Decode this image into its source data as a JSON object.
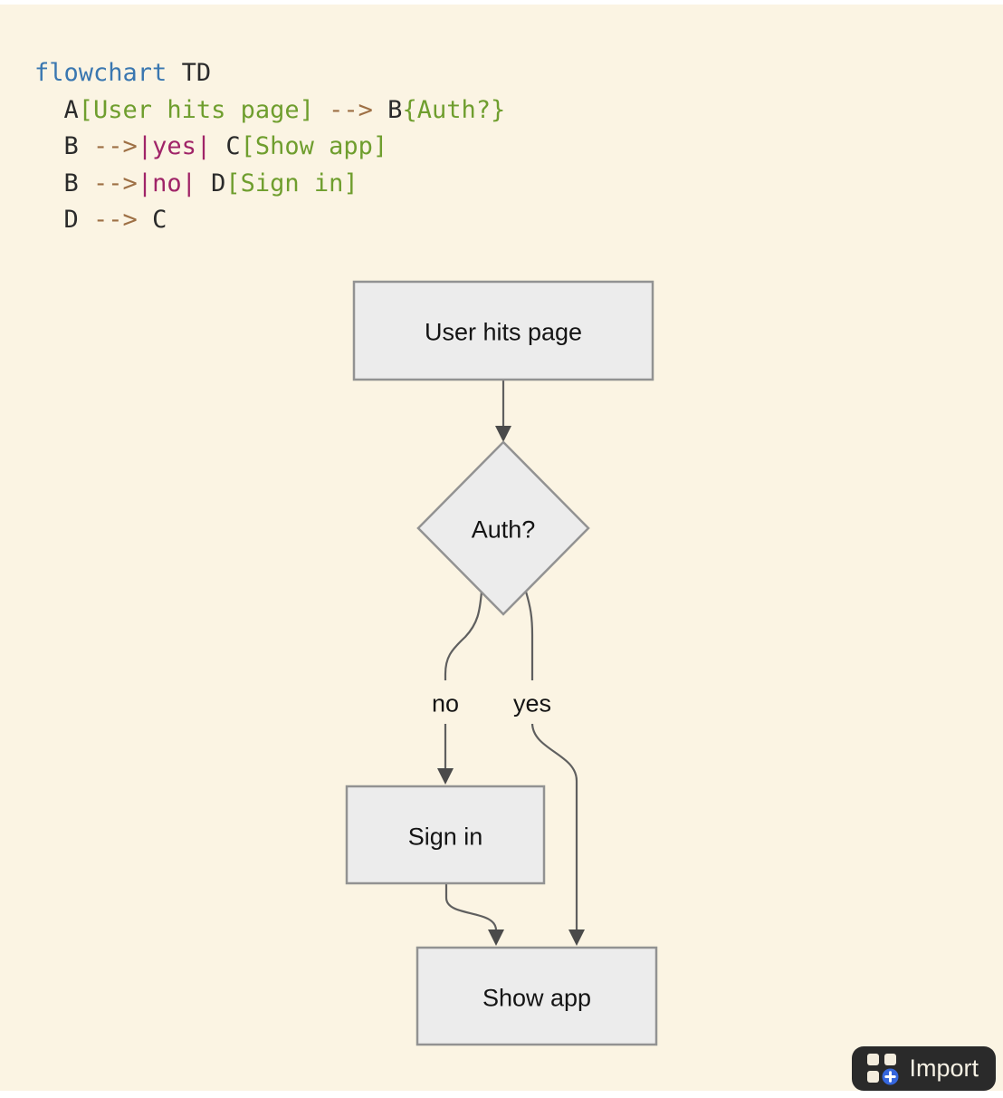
{
  "window": {
    "background_color": "#fbf4e3",
    "edge_strip_color": "#ffffff"
  },
  "code_editor": {
    "language": "mermaid",
    "lines": [
      {
        "tokens": [
          {
            "text": "flowchart",
            "style": "keyword"
          },
          {
            "text": " TD",
            "style": "plain"
          }
        ]
      },
      {
        "tokens": [
          {
            "text": "  A",
            "style": "plain"
          },
          {
            "text": "[User hits page]",
            "style": "node"
          },
          {
            "text": " ",
            "style": "plain"
          },
          {
            "text": "-->",
            "style": "arrow"
          },
          {
            "text": " B",
            "style": "plain"
          },
          {
            "text": "{Auth?}",
            "style": "node"
          }
        ]
      },
      {
        "tokens": [
          {
            "text": "  B ",
            "style": "plain"
          },
          {
            "text": "-->",
            "style": "arrow"
          },
          {
            "text": "|yes|",
            "style": "edge"
          },
          {
            "text": " C",
            "style": "plain"
          },
          {
            "text": "[Show app]",
            "style": "node"
          }
        ]
      },
      {
        "tokens": [
          {
            "text": "  B ",
            "style": "plain"
          },
          {
            "text": "-->",
            "style": "arrow"
          },
          {
            "text": "|no|",
            "style": "edge"
          },
          {
            "text": " D",
            "style": "plain"
          },
          {
            "text": "[Sign in]",
            "style": "node"
          }
        ]
      },
      {
        "tokens": [
          {
            "text": "  D ",
            "style": "plain"
          },
          {
            "text": "-->",
            "style": "arrow"
          },
          {
            "text": " C",
            "style": "plain"
          }
        ]
      }
    ],
    "syntax_colors": {
      "keyword": "#3a77b0",
      "plain": "#2b2b2b",
      "node_text": "#6f9e2e",
      "arrow": "#9e7045",
      "edge_label": "#a02468"
    }
  },
  "flowchart": {
    "direction": "TD",
    "nodes": [
      {
        "id": "A",
        "label": "User hits page",
        "shape": "rect"
      },
      {
        "id": "B",
        "label": "Auth?",
        "shape": "diamond"
      },
      {
        "id": "C",
        "label": "Show app",
        "shape": "rect"
      },
      {
        "id": "D",
        "label": "Sign in",
        "shape": "rect"
      }
    ],
    "edges": [
      {
        "from": "A",
        "to": "B",
        "label": ""
      },
      {
        "from": "B",
        "to": "C",
        "label": "yes"
      },
      {
        "from": "B",
        "to": "D",
        "label": "no"
      },
      {
        "from": "D",
        "to": "C",
        "label": ""
      }
    ],
    "colors": {
      "node_fill": "#ececec",
      "node_border": "#929292",
      "edge_line": "#5f5f5f",
      "arrowhead": "#4a4a4a",
      "label_text": "#141414"
    }
  },
  "toolbar": {
    "import_label": "Import",
    "import_icon_accent": "#3566dd"
  }
}
